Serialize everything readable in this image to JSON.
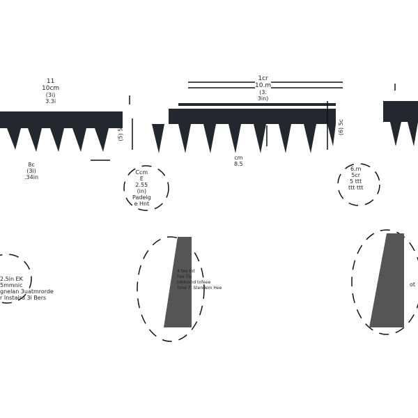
{
  "left_strip": {
    "top_dim": [
      "11",
      "10cm",
      "(3i)",
      "3.3i"
    ],
    "bottom_dim": [
      "8c",
      "(3i)",
      ".34in"
    ],
    "side_dim": [
      "(5)",
      "5in"
    ]
  },
  "left_callout": [
    "Ccm",
    "E",
    "2.55",
    "(in)",
    "Padeig",
    "e Hnt"
  ],
  "center_strip": {
    "top_dim": [
      "1cr",
      "10.m",
      "(3.",
      "3in)"
    ],
    "bottom_dim": [
      "cm",
      "8.5"
    ],
    "side_dim": [
      "(6)",
      "5c"
    ]
  },
  "right_callout": [
    "6.m",
    "5cr",
    "5 ttt",
    "ttt ttt"
  ],
  "bottom_left_text": [
    "2.5in EK",
    "5mmnic",
    "gnelan 3uatmrorde",
    "r Instaird 3i Bers"
  ],
  "bottom_center_text": [
    "4 tee tot",
    "Fee Tle",
    "tobtoond tofeee",
    "Tone 7: Stendem Hee"
  ],
  "bottom_right_text": [
    "ot"
  ],
  "colors": {
    "strip": "#23272e",
    "line": "#111111"
  }
}
